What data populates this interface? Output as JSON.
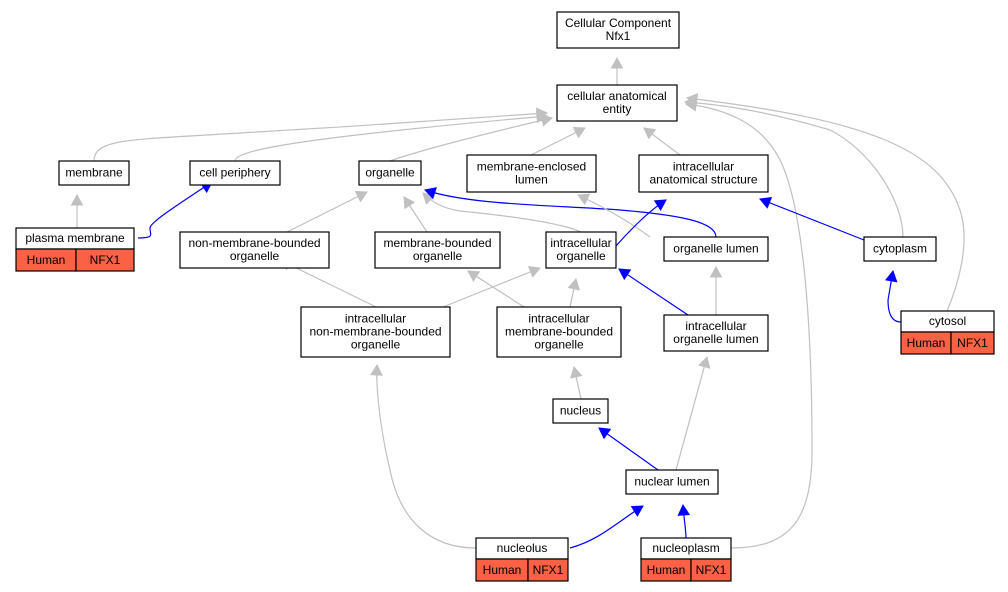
{
  "diagram": {
    "title": "Cellular Component Nfx1",
    "colors": {
      "node_fill": "#ffffff",
      "node_border": "#000000",
      "tag_fill": "#fa6145",
      "edge_gray": "#c0c0c0",
      "edge_blue": "#0000ff"
    },
    "nodes": [
      {
        "id": "root",
        "lines": [
          "Cellular Component",
          "Nfx1"
        ]
      },
      {
        "id": "cae",
        "lines": [
          "cellular anatomical",
          "entity"
        ]
      },
      {
        "id": "membrane",
        "lines": [
          "membrane"
        ]
      },
      {
        "id": "cellperiphery",
        "lines": [
          "cell periphery"
        ]
      },
      {
        "id": "organelle",
        "lines": [
          "organelle"
        ]
      },
      {
        "id": "melumen",
        "lines": [
          "membrane-enclosed",
          "lumen"
        ]
      },
      {
        "id": "ias",
        "lines": [
          "intracellular",
          "anatomical structure"
        ]
      },
      {
        "id": "plasmamembrane",
        "lines": [
          "plasma membrane"
        ],
        "tags": [
          "Human",
          "NFX1"
        ]
      },
      {
        "id": "nmbo",
        "lines": [
          "non-membrane-bounded",
          "organelle"
        ]
      },
      {
        "id": "mbo",
        "lines": [
          "membrane-bounded",
          "organelle"
        ]
      },
      {
        "id": "io",
        "lines": [
          "intracellular",
          "organelle"
        ]
      },
      {
        "id": "olumen",
        "lines": [
          "organelle lumen"
        ]
      },
      {
        "id": "cytoplasm",
        "lines": [
          "cytoplasm"
        ]
      },
      {
        "id": "inmbo",
        "lines": [
          "intracellular",
          "non-membrane-bounded",
          "organelle"
        ]
      },
      {
        "id": "imbo",
        "lines": [
          "intracellular",
          "membrane-bounded",
          "organelle"
        ]
      },
      {
        "id": "iol",
        "lines": [
          "intracellular",
          "organelle lumen"
        ]
      },
      {
        "id": "cytosol",
        "lines": [
          "cytosol"
        ],
        "tags": [
          "Human",
          "NFX1"
        ]
      },
      {
        "id": "nucleus",
        "lines": [
          "nucleus"
        ]
      },
      {
        "id": "nlumen",
        "lines": [
          "nuclear lumen"
        ]
      },
      {
        "id": "nucleolus",
        "lines": [
          "nucleolus"
        ],
        "tags": [
          "Human",
          "NFX1"
        ]
      },
      {
        "id": "nucleoplasm",
        "lines": [
          "nucleoplasm"
        ],
        "tags": [
          "Human",
          "NFX1"
        ]
      }
    ],
    "edges": [
      {
        "from": "cae",
        "to": "root",
        "color": "gray"
      },
      {
        "from": "membrane",
        "to": "cae",
        "color": "gray"
      },
      {
        "from": "cellperiphery",
        "to": "cae",
        "color": "gray"
      },
      {
        "from": "organelle",
        "to": "cae",
        "color": "gray"
      },
      {
        "from": "melumen",
        "to": "cae",
        "color": "gray"
      },
      {
        "from": "ias",
        "to": "cae",
        "color": "gray"
      },
      {
        "from": "cytoplasm",
        "to": "cae",
        "color": "gray"
      },
      {
        "from": "cytosol",
        "to": "cae",
        "color": "gray"
      },
      {
        "from": "nucleoplasm",
        "to": "cae",
        "color": "gray"
      },
      {
        "from": "plasmamembrane",
        "to": "membrane",
        "color": "gray"
      },
      {
        "from": "plasmamembrane",
        "to": "cellperiphery",
        "color": "blue"
      },
      {
        "from": "nmbo",
        "to": "organelle",
        "color": "gray"
      },
      {
        "from": "mbo",
        "to": "organelle",
        "color": "gray"
      },
      {
        "from": "io",
        "to": "organelle",
        "color": "gray"
      },
      {
        "from": "olumen",
        "to": "organelle",
        "color": "blue"
      },
      {
        "from": "olumen",
        "to": "melumen",
        "color": "gray"
      },
      {
        "from": "io",
        "to": "ias",
        "color": "blue"
      },
      {
        "from": "cytoplasm",
        "to": "ias",
        "color": "blue"
      },
      {
        "from": "inmbo",
        "to": "nmbo",
        "color": "gray"
      },
      {
        "from": "inmbo",
        "to": "io",
        "color": "gray"
      },
      {
        "from": "imbo",
        "to": "mbo",
        "color": "gray"
      },
      {
        "from": "imbo",
        "to": "io",
        "color": "gray"
      },
      {
        "from": "iol",
        "to": "io",
        "color": "blue"
      },
      {
        "from": "iol",
        "to": "olumen",
        "color": "gray"
      },
      {
        "from": "cytosol",
        "to": "cytoplasm",
        "color": "blue"
      },
      {
        "from": "nucleus",
        "to": "imbo",
        "color": "gray"
      },
      {
        "from": "nlumen",
        "to": "nucleus",
        "color": "blue"
      },
      {
        "from": "nlumen",
        "to": "iol",
        "color": "gray"
      },
      {
        "from": "nucleolus",
        "to": "inmbo",
        "color": "gray"
      },
      {
        "from": "nucleolus",
        "to": "nlumen",
        "color": "blue"
      },
      {
        "from": "nucleoplasm",
        "to": "nlumen",
        "color": "blue"
      }
    ]
  }
}
